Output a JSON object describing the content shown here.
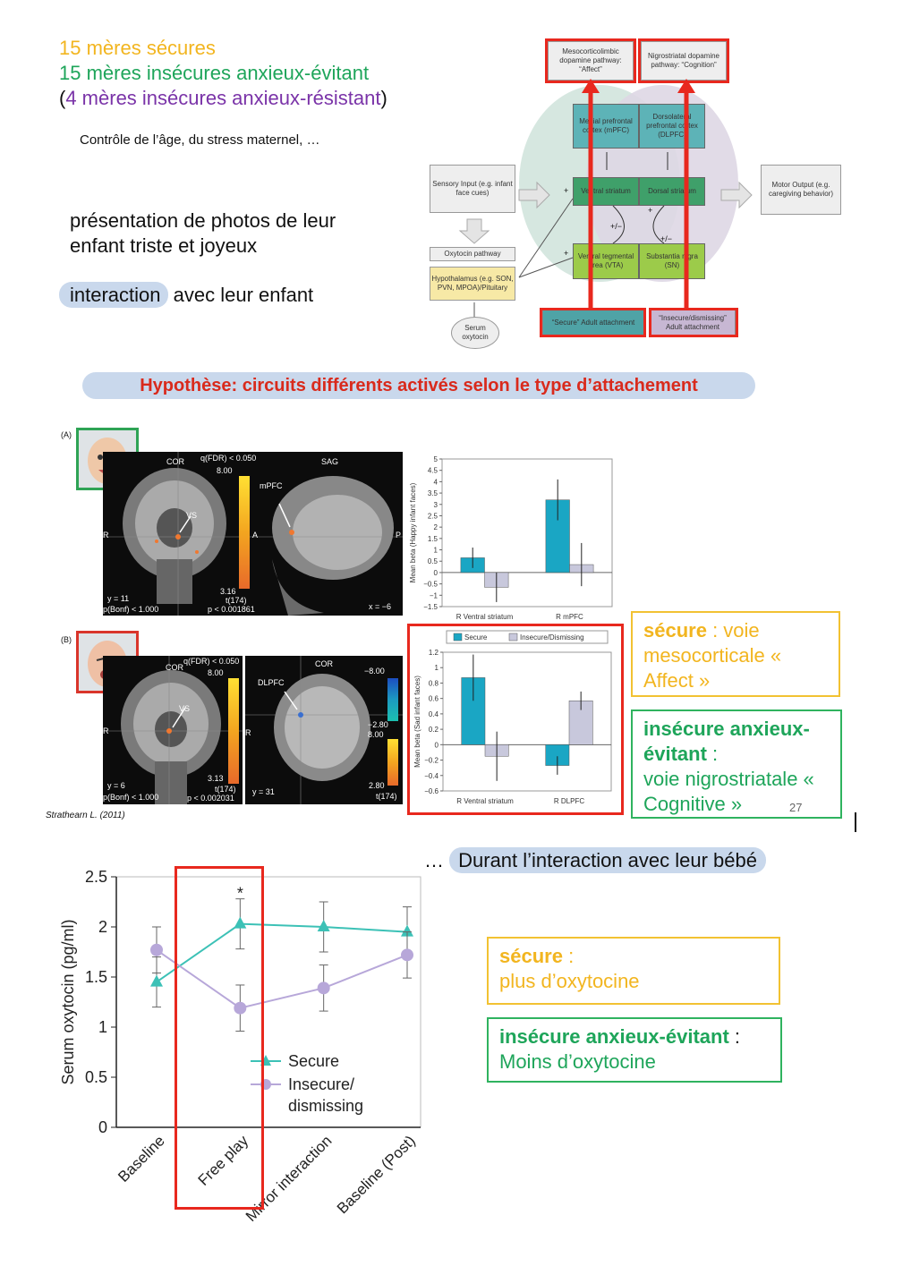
{
  "intro": {
    "line1": "15 mères sécures",
    "line2": "15 mères insécures anxieux-évitant",
    "line3_open": "(",
    "line3": "4 mères insécures anxieux-résistant",
    "line3_close": ")",
    "control": "Contrôle de l’âge, du stress maternel, …",
    "photos": "présentation de photos de leur enfant triste et joyeux",
    "interaction_pill": "interaction",
    "interaction_rest": " avec leur enfant"
  },
  "diagram": {
    "top_left": "Mesocorticolimbic dopamine pathway: “Affect”",
    "top_right": "Nigrostriatal dopamine pathway: “Cognition”",
    "mpfc": "Medial prefrontal cortex (mPFC)",
    "dlpfc": "Dorsolateral prefrontal cortex (DLPFC)",
    "sensory": "Sensory Input (e.g. infant face cues)",
    "ventral_striatum": "Ventral striatum",
    "dorsal_striatum": "Dorsal striatum",
    "motor": "Motor Output (e.g. caregiving behavior)",
    "oxytocin_pathway": "Oxytocin pathway",
    "hypothalamus": "Hypothalamus (e.g. SON, PVN, MPOA)/Pituitary",
    "vta": "Ventral tegmental area (VTA)",
    "sn": "Substantia nigra (SN)",
    "serum": "Serum oxytocin",
    "secure": "“Secure” Adult attachment",
    "insecure": "“Insecure/dismissing” Adult attachment",
    "plus": "+",
    "plusminus": "+/−"
  },
  "hypothesis": "Hypothèse: circuits différents activés selon le type d’attachement",
  "figA": {
    "label": "(A)",
    "cor": "COR",
    "sag": "SAG",
    "fdr": "q(FDR) < 0.050",
    "scale_top": "8.00",
    "scale_bot": "3.16",
    "t": "t(174)",
    "p": "p < 0.001861",
    "bonf": "p(Bonf) < 1.000",
    "y": "y = 11",
    "x": "x = −6",
    "vs": "VS",
    "mpfc": "mPFC",
    "R": "R",
    "A": "A",
    "P": "P"
  },
  "figB": {
    "label": "(B)",
    "cor": "COR",
    "cor2": "COR",
    "fdr": "q(FDR) < 0.050",
    "scale_top": "8.00",
    "scale_bot": "3.13",
    "t": "t(174)",
    "p": "p < 0.002031",
    "bonf": "p(Bonf) < 1.000",
    "y": "y = 6",
    "y2": "y = 31",
    "vs": "VS",
    "dlpfc": "DLPFC",
    "R": "R",
    "R2": "R",
    "neg_top": "−8.00",
    "neg_bot": "−2.80",
    "pos_top": "8.00",
    "pos_bot": "2.80",
    "t2": "t(174)"
  },
  "citation": "Strathearn L. (2011)",
  "page_number": "27",
  "chart_data": [
    {
      "type": "bar",
      "categories": [
        "R Ventral striatum",
        "R mPFC"
      ],
      "ylabel": "Mean beta (Happy infant faces)",
      "ylim": [
        -1.5,
        5
      ],
      "yticks": [
        "5",
        "4.5",
        "4",
        "3.5",
        "3",
        "2.5",
        "2",
        "1.5",
        "1",
        "0.5",
        "0",
        "−0.5",
        "−1",
        "−1.5"
      ],
      "series": [
        {
          "name": "Secure",
          "color": "#1aa6c4",
          "values": [
            0.65,
            3.2
          ],
          "err": [
            0.45,
            0.9
          ]
        },
        {
          "name": "Insecure/Dismissing",
          "color": "#c8c8dc",
          "values": [
            -0.65,
            0.35
          ],
          "err": [
            0.65,
            0.95
          ]
        }
      ]
    },
    {
      "type": "bar",
      "categories": [
        "R Ventral striatum",
        "R DLPFC"
      ],
      "ylabel": "Mean beta (Sad infant faces)",
      "ylim": [
        -0.6,
        1.2
      ],
      "yticks": [
        "1.2",
        "1",
        "0.8",
        "0.6",
        "0.4",
        "0.2",
        "0",
        "−0.2",
        "−0.4",
        "−0.6"
      ],
      "legend": [
        "Secure",
        "Insecure/Dismissing"
      ],
      "series": [
        {
          "name": "Secure",
          "color": "#1aa6c4",
          "values": [
            0.87,
            -0.27
          ],
          "err": [
            0.3,
            0.12
          ]
        },
        {
          "name": "Insecure/Dismissing",
          "color": "#c8c8dc",
          "values": [
            -0.15,
            0.57
          ],
          "err": [
            0.32,
            0.12
          ]
        }
      ]
    },
    {
      "type": "line",
      "categories": [
        "Baseline",
        "Free play",
        "Mirror interaction",
        "Baseline (Post)"
      ],
      "ylabel": "Serum oxytocin (pg/ml)",
      "ylim": [
        0,
        2.5
      ],
      "yticks": [
        "2.5",
        "2",
        "1.5",
        "1",
        "0.5",
        "0"
      ],
      "annotation": "*",
      "series": [
        {
          "name": "Secure",
          "color": "#3cc1b6",
          "values": [
            1.45,
            2.03,
            2.0,
            1.95
          ],
          "err": [
            0.25,
            0.25,
            0.25,
            0.25
          ]
        },
        {
          "name": "Insecure/ dismissing",
          "color": "#b7a7d9",
          "values": [
            1.77,
            1.19,
            1.39,
            1.72
          ],
          "err": [
            0.23,
            0.23,
            0.23,
            0.23
          ]
        }
      ],
      "legend": [
        "Secure",
        "Insecure/",
        "dismissing"
      ]
    }
  ],
  "side_boxes": {
    "box1_title": "sécure",
    "box1_text": " : voie mesocorticale « Affect »",
    "box2_title": "insécure anxieux-évitant",
    "box2_colon": " :",
    "box2_text": "voie nigrostriatale « Cognitive »",
    "box3_title": "sécure",
    "box3_colon": " :",
    "box3_text": "plus d’oxytocine",
    "box4_title": "insécure anxieux-évitant",
    "box4_colon": " :",
    "box4_text": "Moins d’oxytocine"
  },
  "during": {
    "prefix": "… ",
    "pill": "Durant l’interaction avec leur bébé"
  }
}
